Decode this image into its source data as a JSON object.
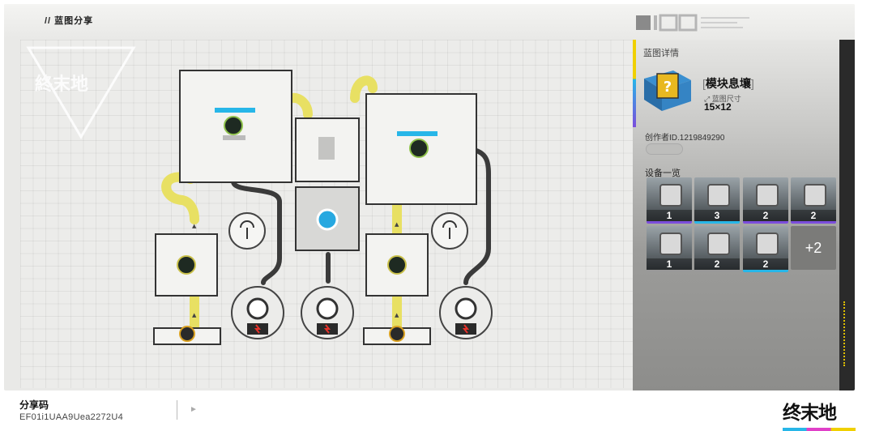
{
  "header": {
    "title": "// 蓝图分享"
  },
  "logo": {
    "text": "終末地"
  },
  "panel": {
    "heading": "蓝图详情",
    "blueprint_name": "模块息壤",
    "bracket_open": "[",
    "bracket_close": "]",
    "size_label": "蓝图尺寸",
    "size_value": "15×12",
    "creator": "创作者ID.1219849290",
    "devices_heading": "设备一览",
    "devices": [
      {
        "icon": "crusher-machine-icon",
        "count": "1",
        "accent": "#7b4ddc"
      },
      {
        "icon": "upgrade-machine-icon",
        "count": "3",
        "accent": "#27b6e8"
      },
      {
        "icon": "planter-machine-icon",
        "count": "2",
        "accent": "#7b4ddc"
      },
      {
        "icon": "refinery-machine-icon",
        "count": "2",
        "accent": "#7b4ddc"
      },
      {
        "icon": "storage-box-icon",
        "count": "1",
        "accent": "#999999"
      },
      {
        "icon": "furnace-machine-icon",
        "count": "2",
        "accent": "#999999"
      },
      {
        "icon": "pylon-tower-icon",
        "count": "2",
        "accent": "#27b6e8"
      }
    ],
    "more_label": "+2"
  },
  "footer": {
    "share_label": "分享码",
    "share_code": "EF01i1UAA9Uea2272U4"
  },
  "brand": {
    "text": "终末地"
  },
  "colors": {
    "accent_yellow": "#f0d000",
    "accent_blue": "#27b6e8",
    "accent_purple": "#7b4ddc"
  }
}
